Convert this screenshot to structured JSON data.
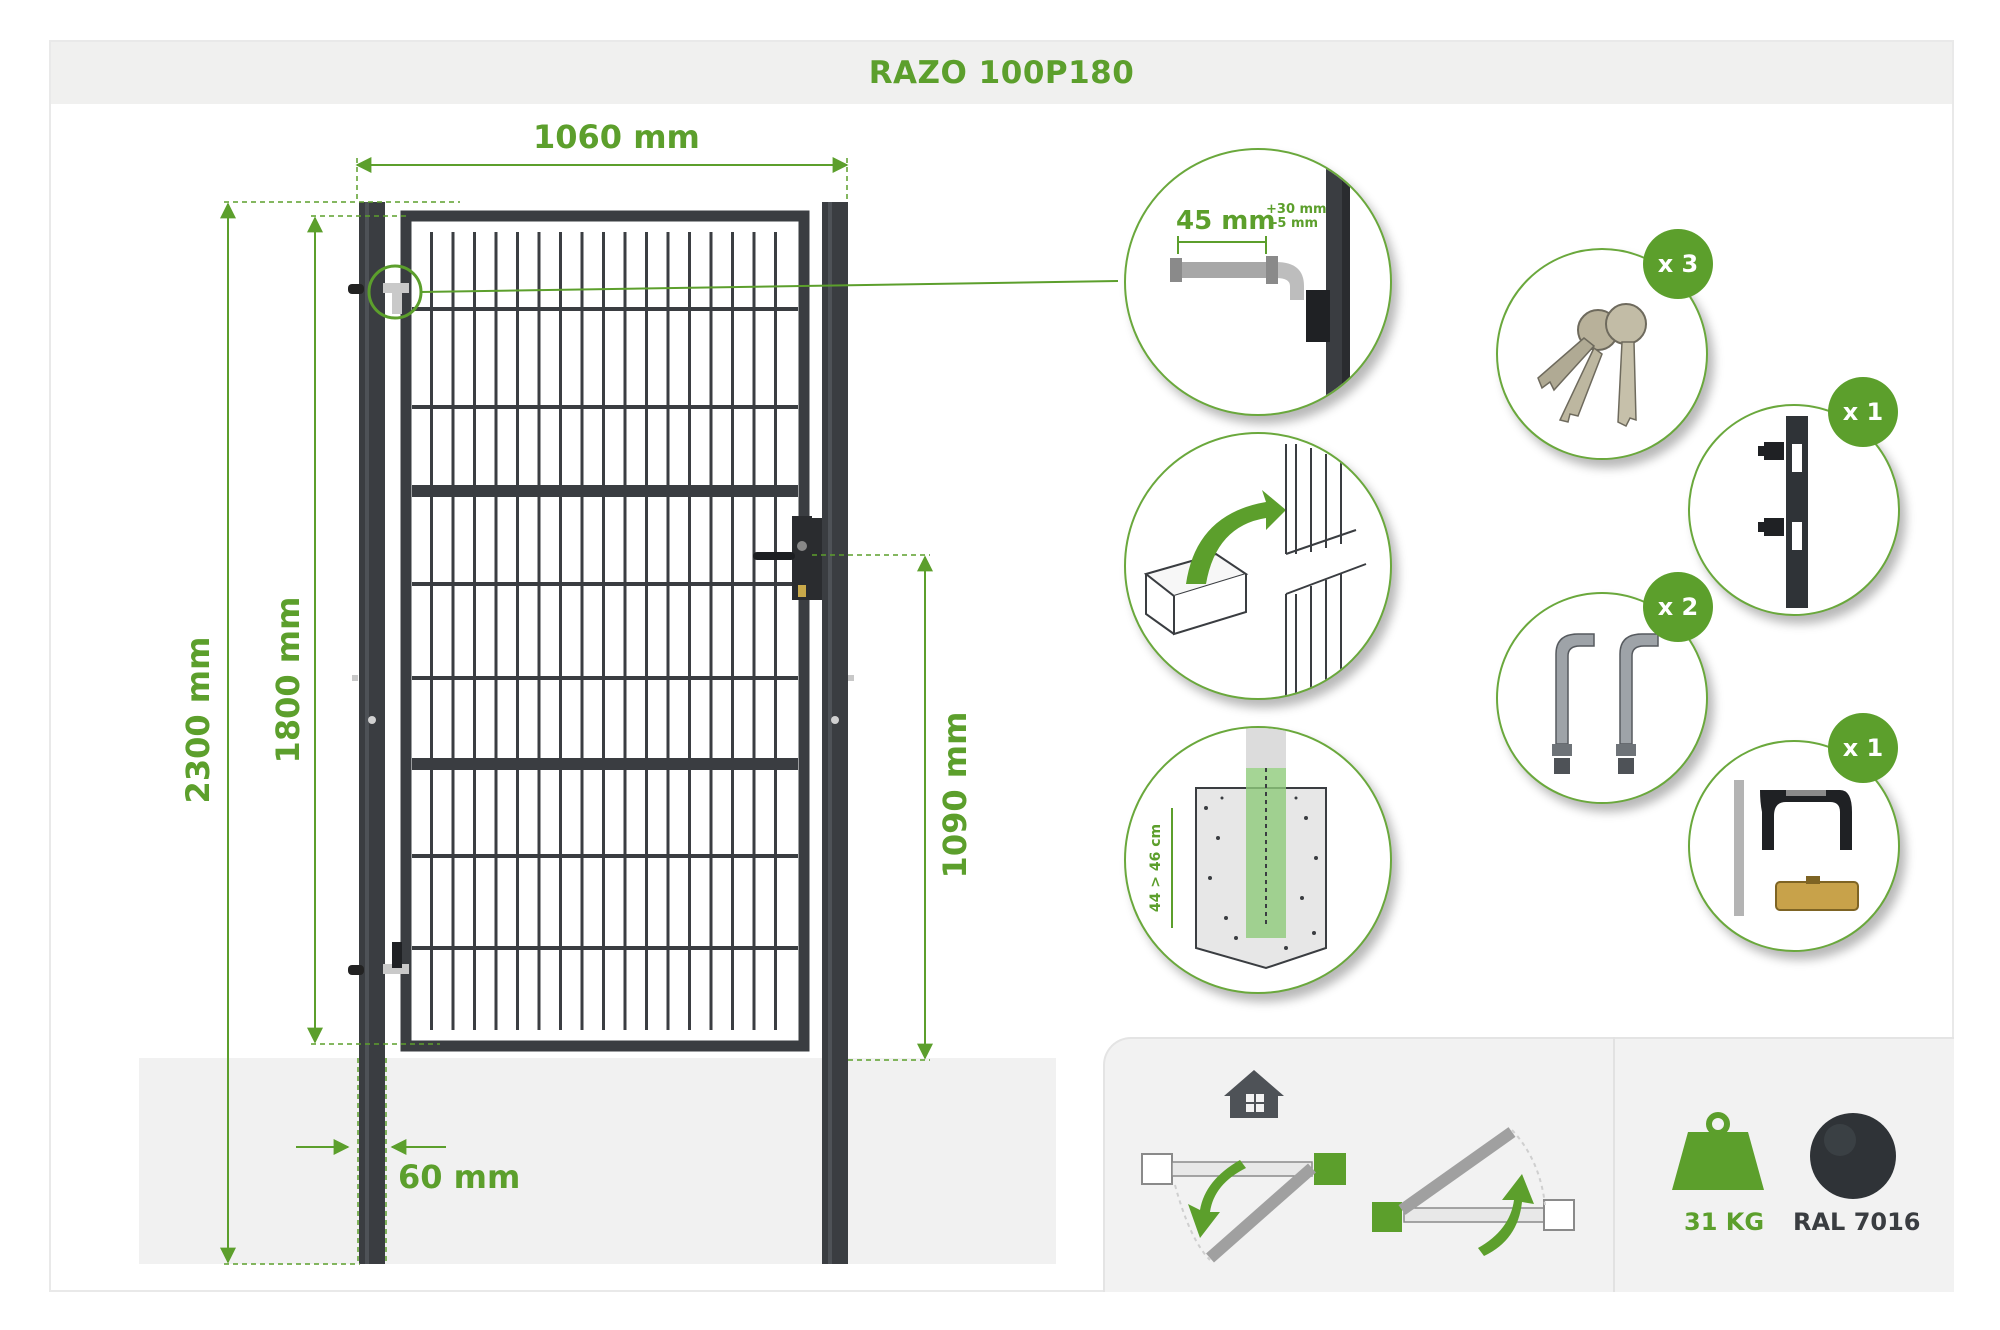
{
  "title": "RAZO 100P180",
  "dimensions": {
    "width": "1060 mm",
    "total_height": "2300 mm",
    "panel_height": "1800 mm",
    "handle_height": "1090 mm",
    "post_size": "60 mm",
    "hinge_adjust": "45 mm",
    "hinge_tol_plus": "+30 mm",
    "hinge_tol_minus": "-5 mm",
    "footing_depth": "44 > 46 cm"
  },
  "accessories": [
    {
      "name": "keys",
      "qty": "x 3"
    },
    {
      "name": "lock-strike",
      "qty": "x 1"
    },
    {
      "name": "hinge-bolts",
      "qty": "x 2"
    },
    {
      "name": "handle-set",
      "qty": "x 1"
    }
  ],
  "info": {
    "weight": "31 KG",
    "color": "RAL 7016",
    "color_hex": "#2f3337",
    "accent": "#5c9f2c"
  }
}
